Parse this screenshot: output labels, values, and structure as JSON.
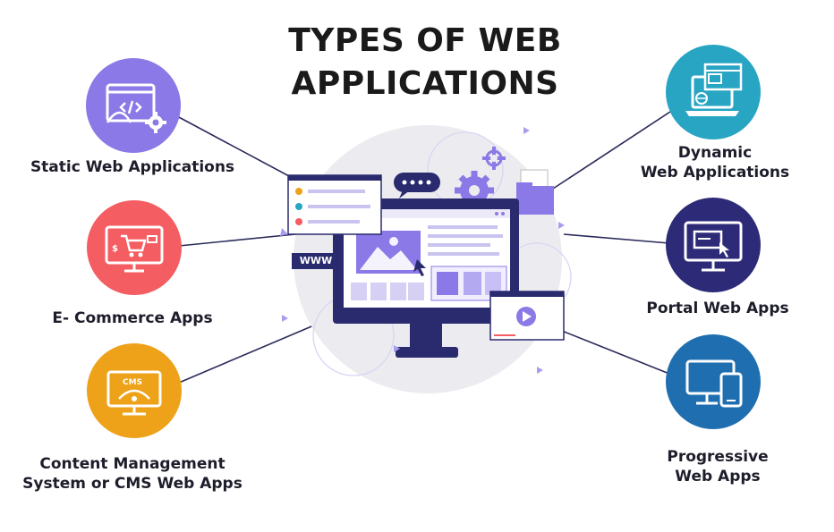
{
  "title": {
    "line1": "TYPES OF WEB",
    "line2": "APPLICATIONS"
  },
  "hero": {
    "www_tag": "WWW",
    "icon": "monitor-illustration"
  },
  "categories": [
    {
      "id": "static",
      "lines": [
        "Static Web Applications"
      ],
      "color": "#8a79e6",
      "icon": "code-browser-gear-icon"
    },
    {
      "id": "ecommerce",
      "lines": [
        "E- Commerce Apps"
      ],
      "color": "#f45d62",
      "icon": "shopping-cart-screen-icon"
    },
    {
      "id": "cms",
      "lines": [
        "Content Management",
        "System or CMS Web Apps"
      ],
      "color": "#eea21a",
      "icon": "cms-screen-icon"
    },
    {
      "id": "dynamic",
      "lines": [
        "Dynamic",
        "Web Applications"
      ],
      "color": "#27a5c3",
      "icon": "laptop-windows-icon"
    },
    {
      "id": "portal",
      "lines": [
        "Portal Web Apps"
      ],
      "color": "#2d2b78",
      "icon": "monitor-cursor-icon"
    },
    {
      "id": "pwa",
      "lines": [
        "Progressive",
        "Web Apps"
      ],
      "color": "#1f6fb0",
      "icon": "monitor-mobile-icon"
    }
  ],
  "colors": {
    "navy": "#2a2a6e",
    "purple": "#8a79e6",
    "light": "#eeeef2"
  }
}
